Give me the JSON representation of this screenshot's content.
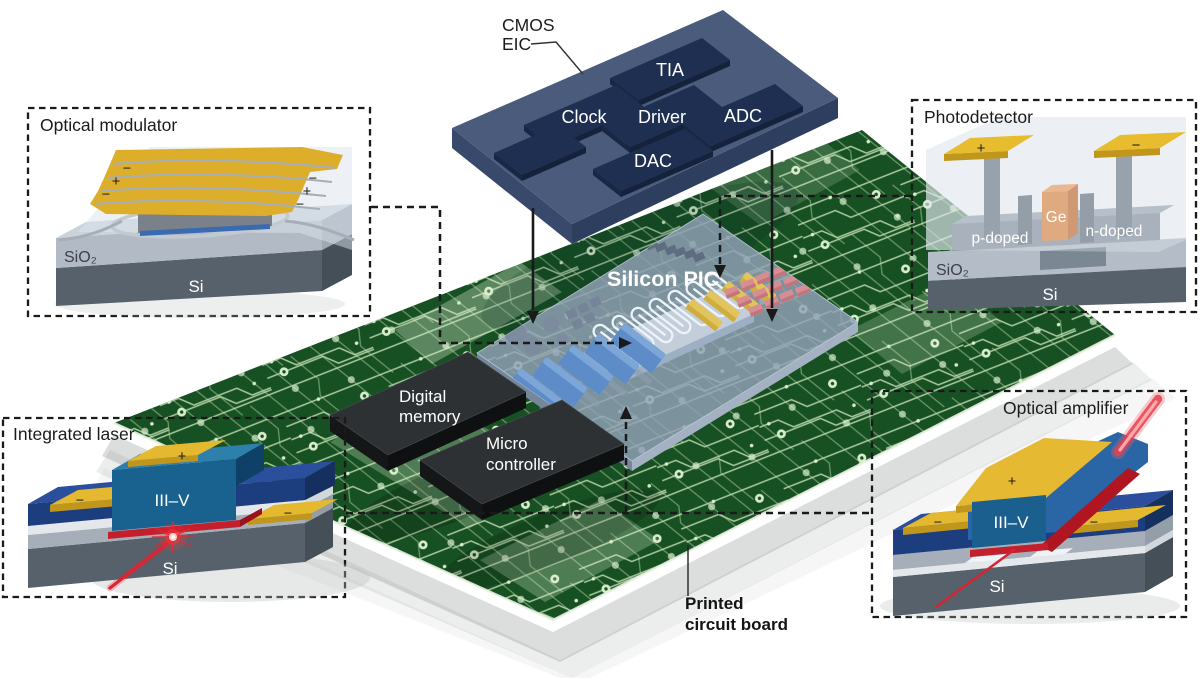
{
  "diagram": {
    "eic": {
      "label_line1": "CMOS",
      "label_line2": "EIC",
      "blocks": {
        "tia": "TIA",
        "clock": "Clock",
        "driver": "Driver",
        "adc": "ADC",
        "dac": "DAC"
      }
    },
    "pic": {
      "label": "Silicon PIC"
    },
    "memory": {
      "line1": "Digital",
      "line2": "memory"
    },
    "microcontroller": {
      "line1": "Micro",
      "line2": "controller"
    },
    "pcb": {
      "line1": "Printed",
      "line2": "circuit board"
    },
    "insets": {
      "modulator": {
        "title": "Optical modulator",
        "signs_left": [
          "−",
          "+",
          "−"
        ],
        "signs_right": [
          "−",
          "+",
          "−"
        ],
        "sio2": "SiO₂",
        "si": "Si"
      },
      "photodetector": {
        "title": "Photodetector",
        "plus": "+",
        "minus": "−",
        "p_doped": "p-doped",
        "ge": "Ge",
        "n_doped": "n-doped",
        "sio2": "SiO₂",
        "si": "Si"
      },
      "laser": {
        "title": "Integrated laser",
        "plus": "+",
        "minus_left": "−",
        "minus_right": "−",
        "iii_v": "III–V",
        "si": "Si"
      },
      "amplifier": {
        "title": "Optical amplifier",
        "plus": "+",
        "minus_left": "−",
        "minus_right": "−",
        "iii_v": "III–V",
        "si": "Si"
      }
    },
    "colors": {
      "pcb_green": "#175023",
      "pcb_trace": "#cfe9bd",
      "eic_top": "#4a5b7c",
      "eic_block": "#1f2f51",
      "pic_top": "#93a2b8",
      "waveguide_platform": "#c3ceda",
      "modulator_blue": "#5d8cc8",
      "heater_yellow": "#e2c45c",
      "photodiode_pink": "#d78d93",
      "chip_black": "#2d3133",
      "gold": "#e3b52f",
      "ge_orange": "#dd8a4a",
      "laser_red": "#d8232e",
      "iii_v_blue": "#19618f",
      "navy_slab": "#1d3e7e"
    }
  }
}
